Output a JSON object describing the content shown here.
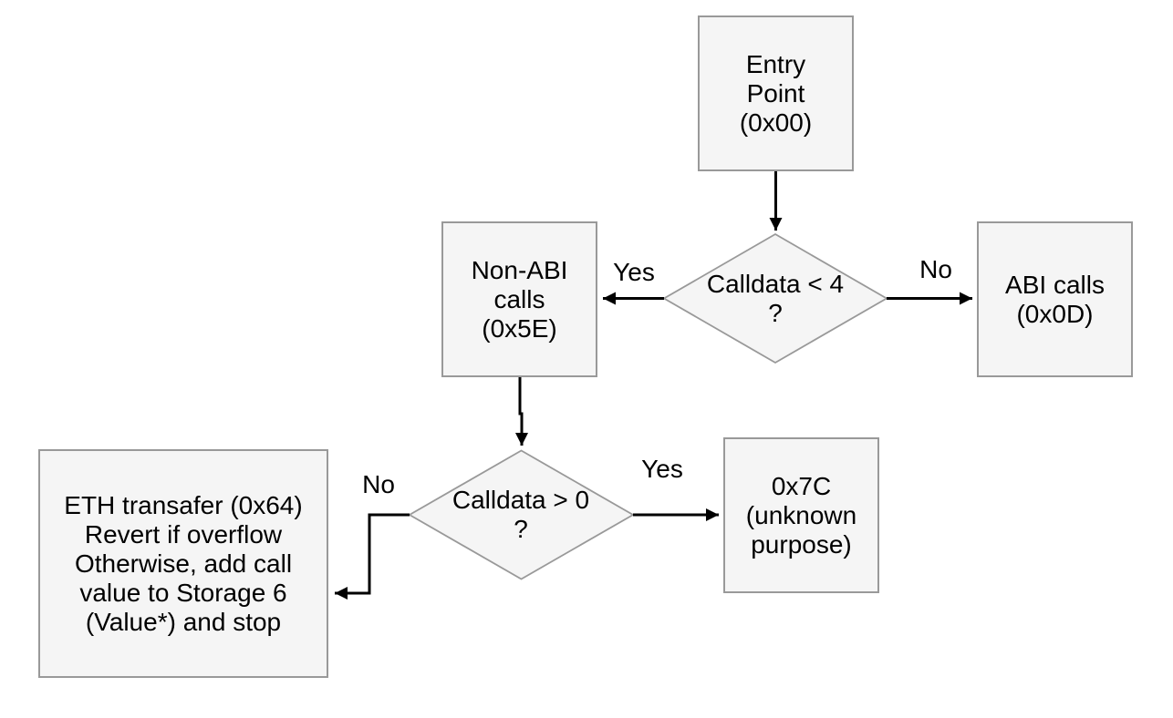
{
  "diagram": {
    "type": "flowchart",
    "nodes": {
      "entry_point": {
        "label": "Entry\nPoint\n(0x00)"
      },
      "non_abi_calls": {
        "label": "Non-ABI\ncalls\n(0x5E)"
      },
      "abi_calls": {
        "label": "ABI calls\n(0x0D)"
      },
      "unknown_0x7c": {
        "label": "0x7C\n(unknown\npurpose)"
      },
      "eth_transfer": {
        "label": "ETH transafer (0x64)\nRevert if overflow\nOtherwise, add call\nvalue to Storage 6\n(Value*) and stop"
      }
    },
    "decisions": {
      "calldata_lt_4": {
        "label": "Calldata < 4\n?"
      },
      "calldata_gt_0": {
        "label": "Calldata > 0\n?"
      }
    },
    "edge_labels": {
      "d1_yes": "Yes",
      "d1_no": "No",
      "d2_yes": "Yes",
      "d2_no": "No"
    },
    "colors": {
      "node_fill": "#f5f5f5",
      "node_border": "#999999",
      "connector": "#000000",
      "text": "#000000",
      "background": "#ffffff"
    }
  }
}
